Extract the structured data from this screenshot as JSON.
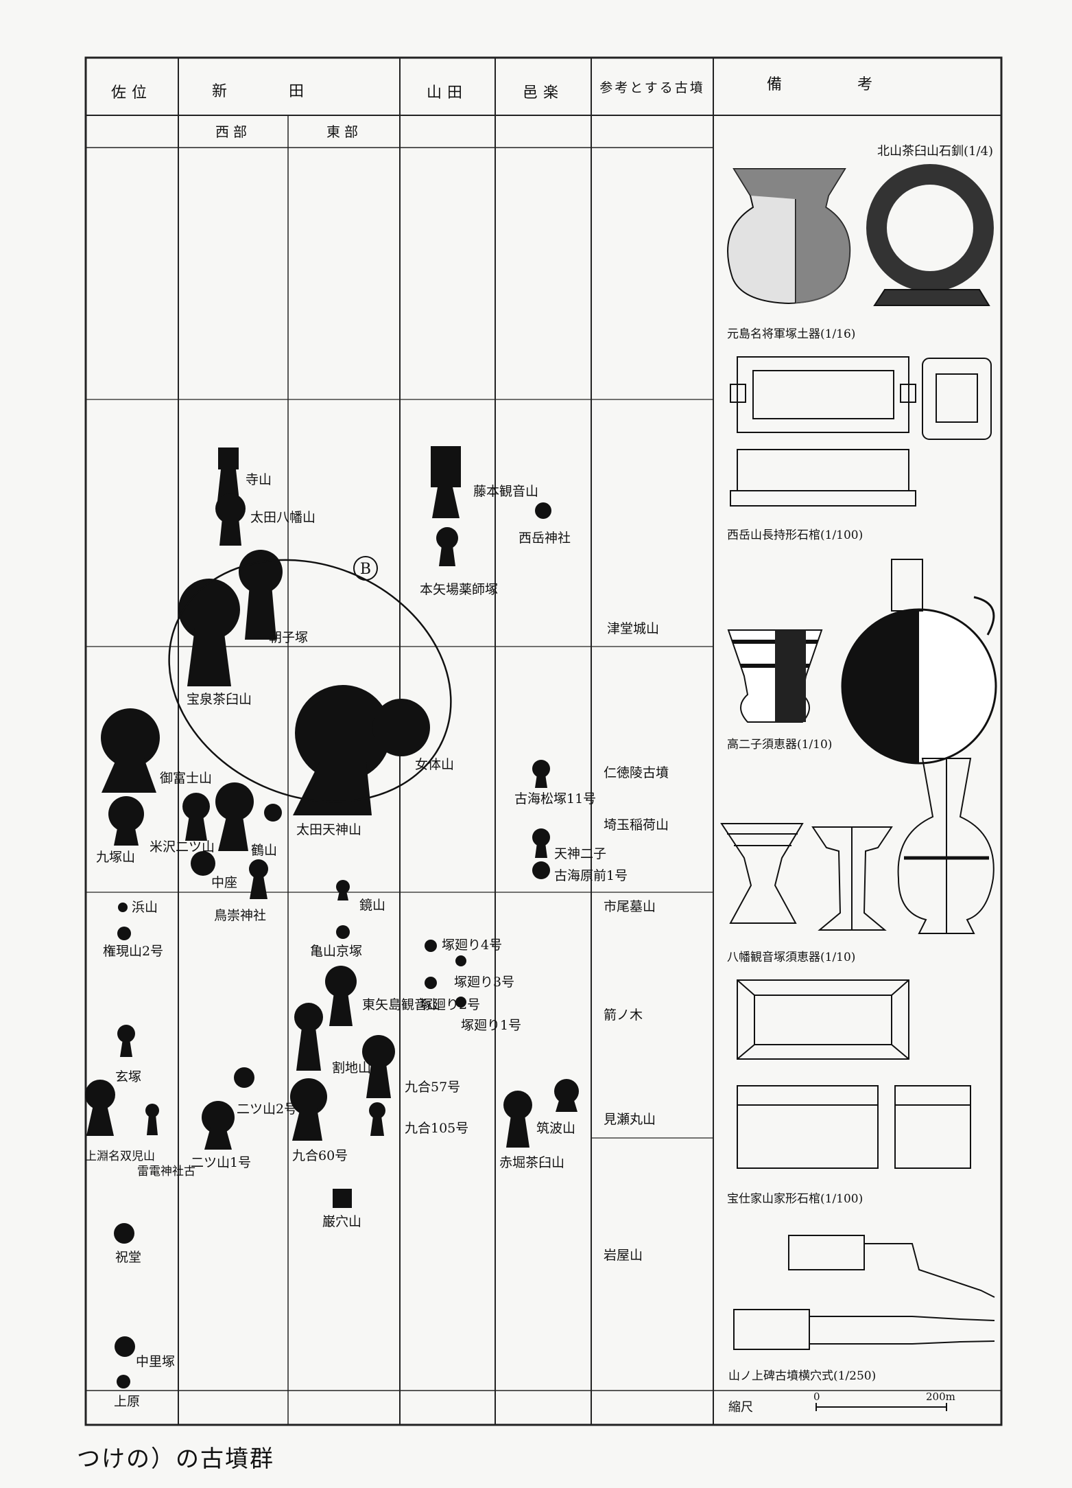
{
  "header": {
    "sai": "佐位",
    "nitta": "新田",
    "nitta_west": "西部",
    "nitta_east": "東部",
    "yamada": "山田",
    "oura": "邑楽",
    "reference": "参考とする古墳",
    "notes": "備考"
  },
  "mounds": {
    "teramaya": "寺山",
    "ota_hachiman": "太田八幡山",
    "asakozuka": "朝子塚",
    "hoizuka": "宝泉茶臼山",
    "b_marker": "B",
    "fujimoto": "藤本観音山",
    "nishioka": "西岳神社",
    "motoyaba": "本矢場薬師塚",
    "onnateyama": "女体山",
    "ota_tenjin": "太田天神山",
    "gofujisan": "御富士山",
    "kyuzukayama": "九塚山",
    "futatsuyama_kosawa": "米沢二ツ山",
    "tsuruyama": "鶴山",
    "nakayashiki": "中座",
    "torioi": "鳥崇神社",
    "furumatsu": "古海松塚11号",
    "tenjin_futago": "天神二子",
    "furumi_genzen": "古海原前1号",
    "hamayama": "浜山",
    "gongenyama": "権現山2号",
    "kyoyama": "鏡山",
    "kameyama_kyozuka": "亀山京塚",
    "tsukamawari4": "塚廻り4号",
    "tsukamawari3": "塚廻り3号",
    "tsukamawari2": "塚廻り2号",
    "tsukamawari1": "塚廻り1号",
    "higashi_yajima": "東矢島観音山",
    "bushi_yama": "割地山",
    "kuzuka": "玄塚",
    "futatsuyama2": "二ツ山2号",
    "kugo57": "九合57号",
    "kugo105": "九合105号",
    "chikubayama": "筑波山",
    "kamiomi": "上淵名双児山",
    "raiden": "雷電神社古",
    "futatsuyama1": "二ツ山1号",
    "kugo60": "九合60号",
    "akaho": "赤堀茶臼山",
    "iwaanayama": "巌穴山",
    "shido": "祝堂",
    "nakasatozuka": "中里塚",
    "uehara": "上原"
  },
  "reference_tombs": {
    "tsudo": "津堂城山",
    "nintoku": "仁徳陵古墳",
    "saitama_inari": "埼玉稲荷山",
    "ichio_hakayama": "市尾墓山",
    "mizunoki": "箭ノ木",
    "mise_maruyama": "見瀬丸山",
    "iwayayama": "岩屋山"
  },
  "notes_col": {
    "fig1": "北山茶臼山石釧(1/4)",
    "fig2": "元島名将軍塚土器(1/16)",
    "fig3": "西岳山長持形石棺(1/100)",
    "fig4": "高二子須恵器(1/10)",
    "fig5": "八幡観音塚須恵器(1/10)",
    "fig6": "宝仕家山家形石棺(1/100)",
    "fig7": "山ノ上碑古墳横穴式(1/250)",
    "scale_label": "縮尺",
    "scale_zero": "0",
    "scale_max": "200m"
  },
  "caption": "つけの）の古墳群"
}
